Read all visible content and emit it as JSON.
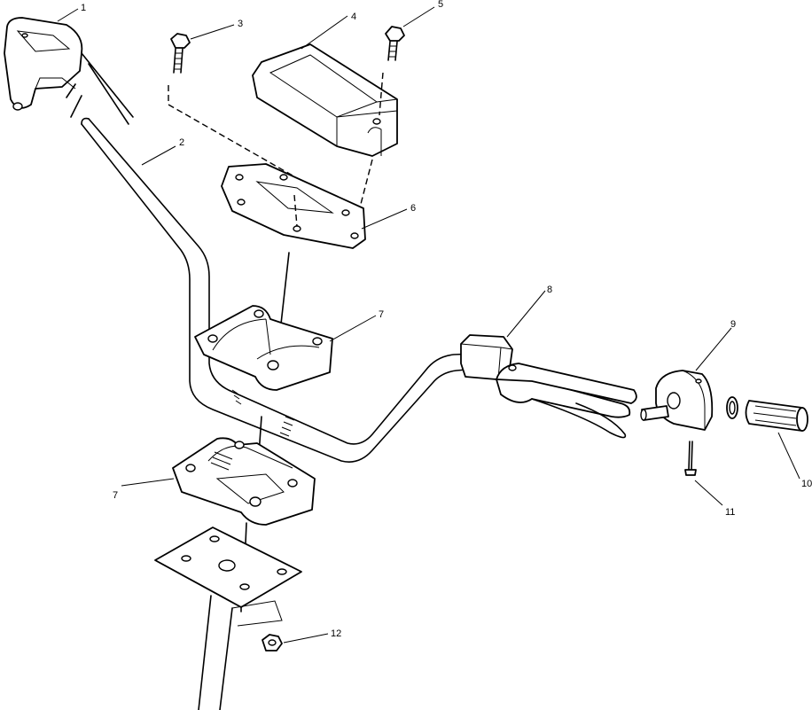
{
  "diagram": {
    "callouts": [
      {
        "id": "1",
        "label": "1"
      },
      {
        "id": "2",
        "label": "2"
      },
      {
        "id": "3",
        "label": "3"
      },
      {
        "id": "4",
        "label": "4"
      },
      {
        "id": "5",
        "label": "5"
      },
      {
        "id": "6",
        "label": "6"
      },
      {
        "id": "7a",
        "label": "7"
      },
      {
        "id": "7b",
        "label": "7"
      },
      {
        "id": "8",
        "label": "8"
      },
      {
        "id": "9",
        "label": "9"
      },
      {
        "id": "10",
        "label": "10"
      },
      {
        "id": "11",
        "label": "11"
      },
      {
        "id": "12",
        "label": "12"
      }
    ]
  }
}
